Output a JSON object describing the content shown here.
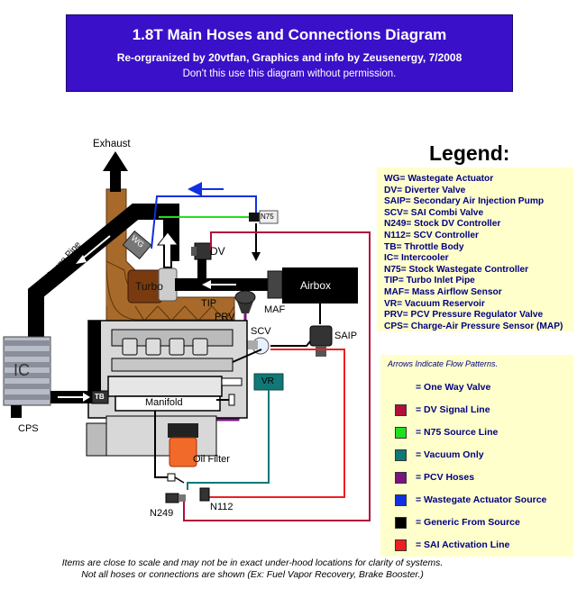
{
  "header": {
    "title": "1.8T Main Hoses and Connections Diagram",
    "subtitle": "Re-orgranized by 20vtfan, Graphics and info by Zeusenergy, 7/2008",
    "notice": "Don't this use this diagram without permission."
  },
  "legend": {
    "title": "Legend:",
    "items": [
      "WG= Wastegate Actuator",
      "DV= Diverter Valve",
      "SAIP= Secondary Air Injection Pump",
      "SCV= SAI Combi Valve",
      "N249= Stock DV Controller",
      "N112= SCV Controller",
      "TB= Throttle Body",
      "IC= Intercooler",
      "N75= Stock Wastegate Controller",
      "TIP= Turbo Inlet Pipe",
      "MAF= Mass Airflow Sensor",
      "VR= Vacuum Reservoir",
      "PRV= PCV Pressure Regulator Valve",
      "CPS= Charge-Air Pressure Sensor (MAP)"
    ]
  },
  "key": {
    "note": "Arrows Indicate Flow Patterns.",
    "items": [
      {
        "label": "= One Way Valve",
        "icon": "one-way-valve-icon"
      },
      {
        "label": "= DV Signal Line",
        "color": "#b0103a"
      },
      {
        "label": "= N75 Source Line",
        "color": "#22dd22"
      },
      {
        "label": "= Vacuum Only",
        "color": "#117777"
      },
      {
        "label": "= PCV Hoses",
        "color": "#7a1480"
      },
      {
        "label": "= Wastegate Actuator Source",
        "color": "#1030e0"
      },
      {
        "label": "= Generic From Source",
        "color": "#000000"
      },
      {
        "label": "= SAI Activation Line",
        "color": "#ee2020"
      }
    ]
  },
  "labels": {
    "exhaust": "Exhaust",
    "charge_pipe": "Charge Pipe",
    "wg": "WG",
    "n75": "N75",
    "dv": "DV",
    "turbo": "Turbo",
    "tip": "TIP",
    "prv": "PRV",
    "maf": "MAF",
    "airbox": "Airbox",
    "scv": "SCV",
    "saip": "SAIP",
    "ic": "IC",
    "cps": "CPS",
    "tb": "TB",
    "manifold": "Manifold",
    "vr": "VR",
    "oil_filter": "Oil Filter",
    "n249": "N249",
    "n112": "N112"
  },
  "footer": {
    "line1": "Items are close to scale and may not be in exact under-hood locations for clarity of systems.",
    "line2": "Not all hoses or connections are shown (Ex: Fuel Vapor Recovery, Brake Booster.)"
  },
  "colors": {
    "header_bg": "#3a10c8",
    "legend_bg": "#ffffcc",
    "turbo_brown": "#a86a2a",
    "engine_gray": "#d8d8d8"
  }
}
